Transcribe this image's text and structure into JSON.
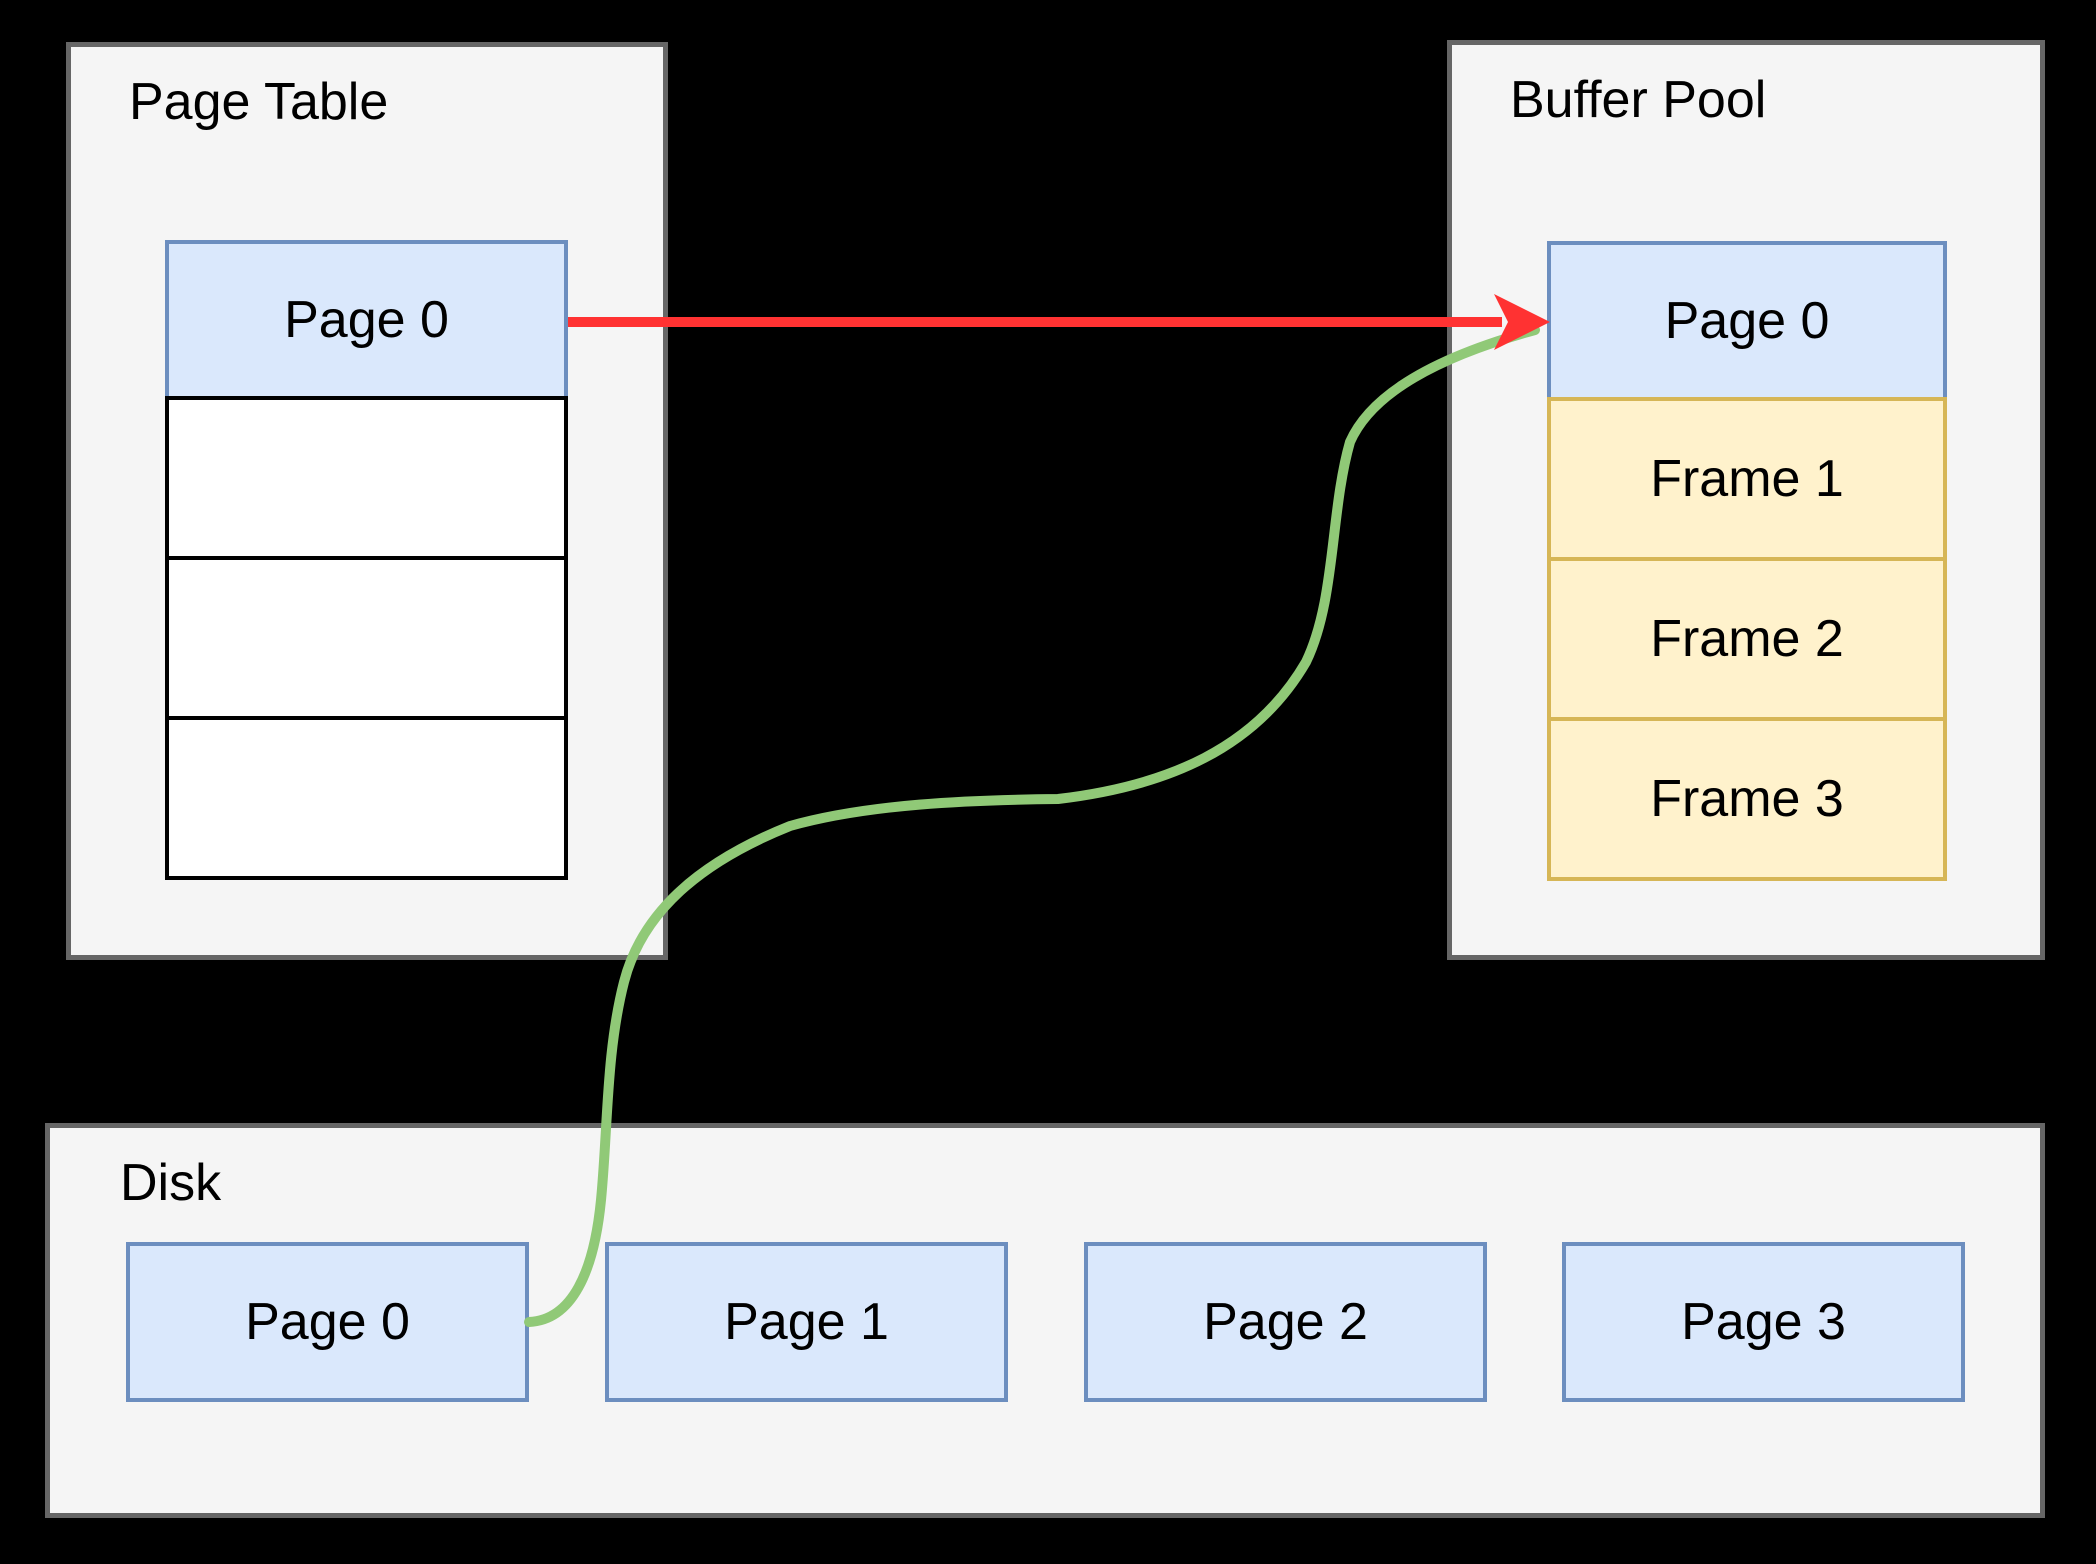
{
  "colors": {
    "background": "#000000",
    "panel_fill": "#F5F5F5",
    "panel_stroke": "#666666",
    "blue_fill": "#DAE8FC",
    "blue_stroke": "#6C8EBF",
    "yellow_fill": "#FFF2CC",
    "yellow_stroke": "#D6B656",
    "white_fill": "#FFFFFF",
    "black_stroke": "#000000",
    "red_arrow": "#FF3232",
    "green_curve": "#90C977",
    "text": "#000000"
  },
  "panels": {
    "page_table": {
      "title": "Page Table",
      "cells": [
        {
          "label": "Page 0",
          "type": "blue"
        },
        {
          "label": "",
          "type": "white"
        },
        {
          "label": "",
          "type": "white"
        },
        {
          "label": "",
          "type": "white"
        }
      ]
    },
    "buffer_pool": {
      "title": "Buffer Pool",
      "cells": [
        {
          "label": "Page 0",
          "type": "blue"
        },
        {
          "label": "Frame 1",
          "type": "yellow"
        },
        {
          "label": "Frame 2",
          "type": "yellow"
        },
        {
          "label": "Frame 3",
          "type": "yellow"
        }
      ]
    },
    "disk": {
      "title": "Disk",
      "pages": [
        {
          "label": "Page 0"
        },
        {
          "label": "Page 1"
        },
        {
          "label": "Page 2"
        },
        {
          "label": "Page 3"
        }
      ]
    }
  },
  "connectors": {
    "red_arrow": {
      "from": "page-table-page-0",
      "to": "buffer-pool-page-0",
      "color": "#FF3232"
    },
    "green_curve": {
      "from": "disk-page-0",
      "to": "buffer-pool-page-0",
      "color": "#90C977"
    }
  }
}
